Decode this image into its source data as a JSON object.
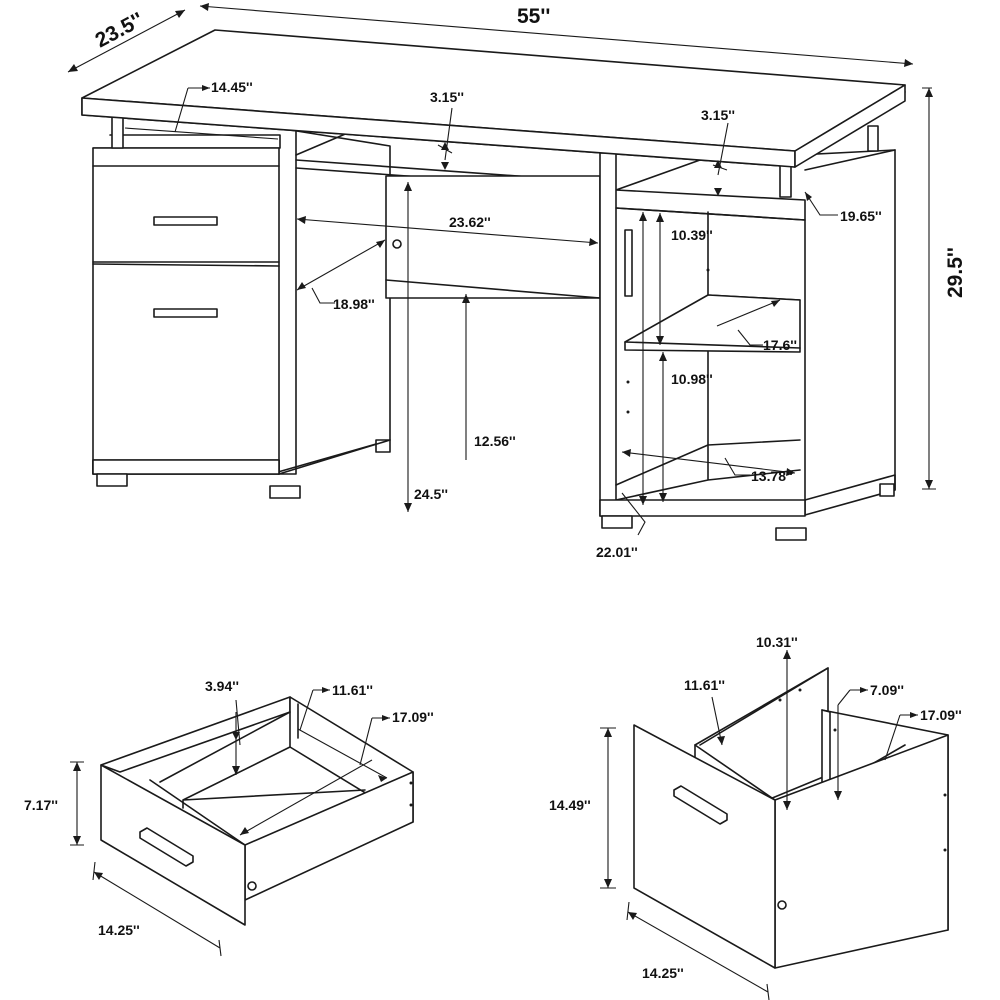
{
  "desk": {
    "overall_width": "55''",
    "overall_depth": "23.5''",
    "overall_height": "29.5''",
    "left_shelf_width": "14.45''",
    "riser_height_center": "3.15''",
    "riser_height_right": "3.15''",
    "right_shelf_depth": "19.65''",
    "knee_width": "23.62''",
    "knee_depth": "18.98''",
    "cabinet_upper_height": "10.39''",
    "cabinet_shelf_depth": "17.6''",
    "cabinet_lower_height": "10.98''",
    "keyboard_clearance": "12.56''",
    "knee_height": "24.5''",
    "cabinet_bottom_depth": "13.78''",
    "cabinet_depth": "22.01''"
  },
  "small_drawer": {
    "inner_height": "3.94''",
    "inner_width": "11.61''",
    "inner_depth": "17.09''",
    "front_height": "7.17''",
    "front_width": "14.25''"
  },
  "file_drawer": {
    "back_height": "10.31''",
    "inner_width": "11.61''",
    "rail_height": "7.09''",
    "inner_depth": "17.09''",
    "front_height": "14.49''",
    "front_width": "14.25''"
  }
}
